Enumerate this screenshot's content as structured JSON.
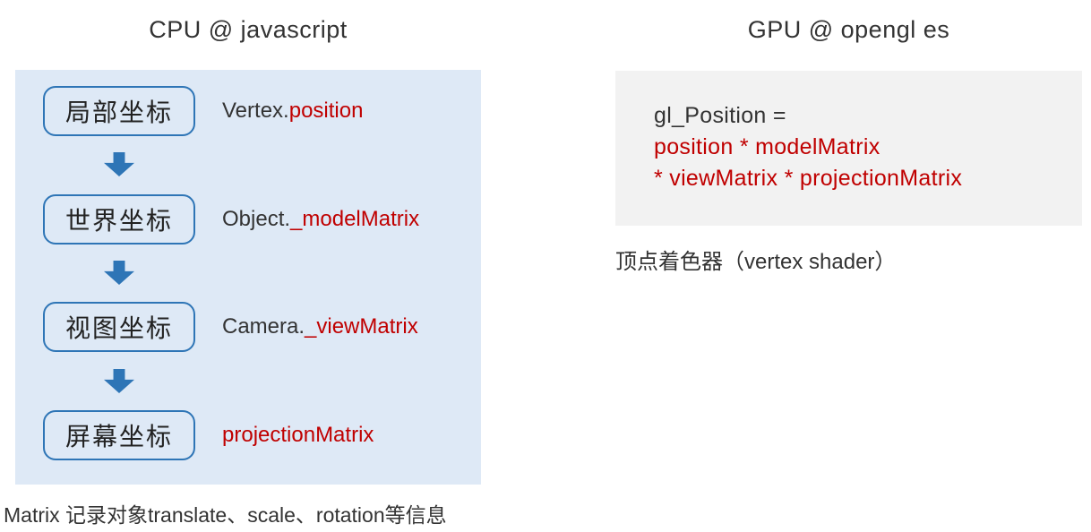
{
  "left": {
    "title": "CPU @ javascript",
    "flow": [
      {
        "box": "局部坐标",
        "label_dark": "Vertex.",
        "label_red": "position"
      },
      {
        "box": "世界坐标",
        "label_dark": "Object.",
        "label_red": "_modelMatrix"
      },
      {
        "box": "视图坐标",
        "label_dark": "Camera.",
        "label_red": "_viewMatrix"
      },
      {
        "box": "屏幕坐标",
        "label_dark": "",
        "label_red": "projectionMatrix"
      }
    ],
    "caption": "Matrix 记录对象translate、scale、rotation等信息"
  },
  "right": {
    "title": "GPU @ opengl es",
    "code": [
      {
        "text": "gl_Position ="
      },
      {
        "text": "position * modelMatrix"
      },
      {
        "text": "* viewMatrix * projectionMatrix"
      }
    ],
    "caption": "顶点着色器（vertex shader）"
  },
  "colors": {
    "accent_blue": "#2e75b6",
    "panel_blue": "#dee9f6",
    "panel_gray": "#f2f2f2",
    "code_red": "#c00000",
    "text_dark": "#333333"
  }
}
